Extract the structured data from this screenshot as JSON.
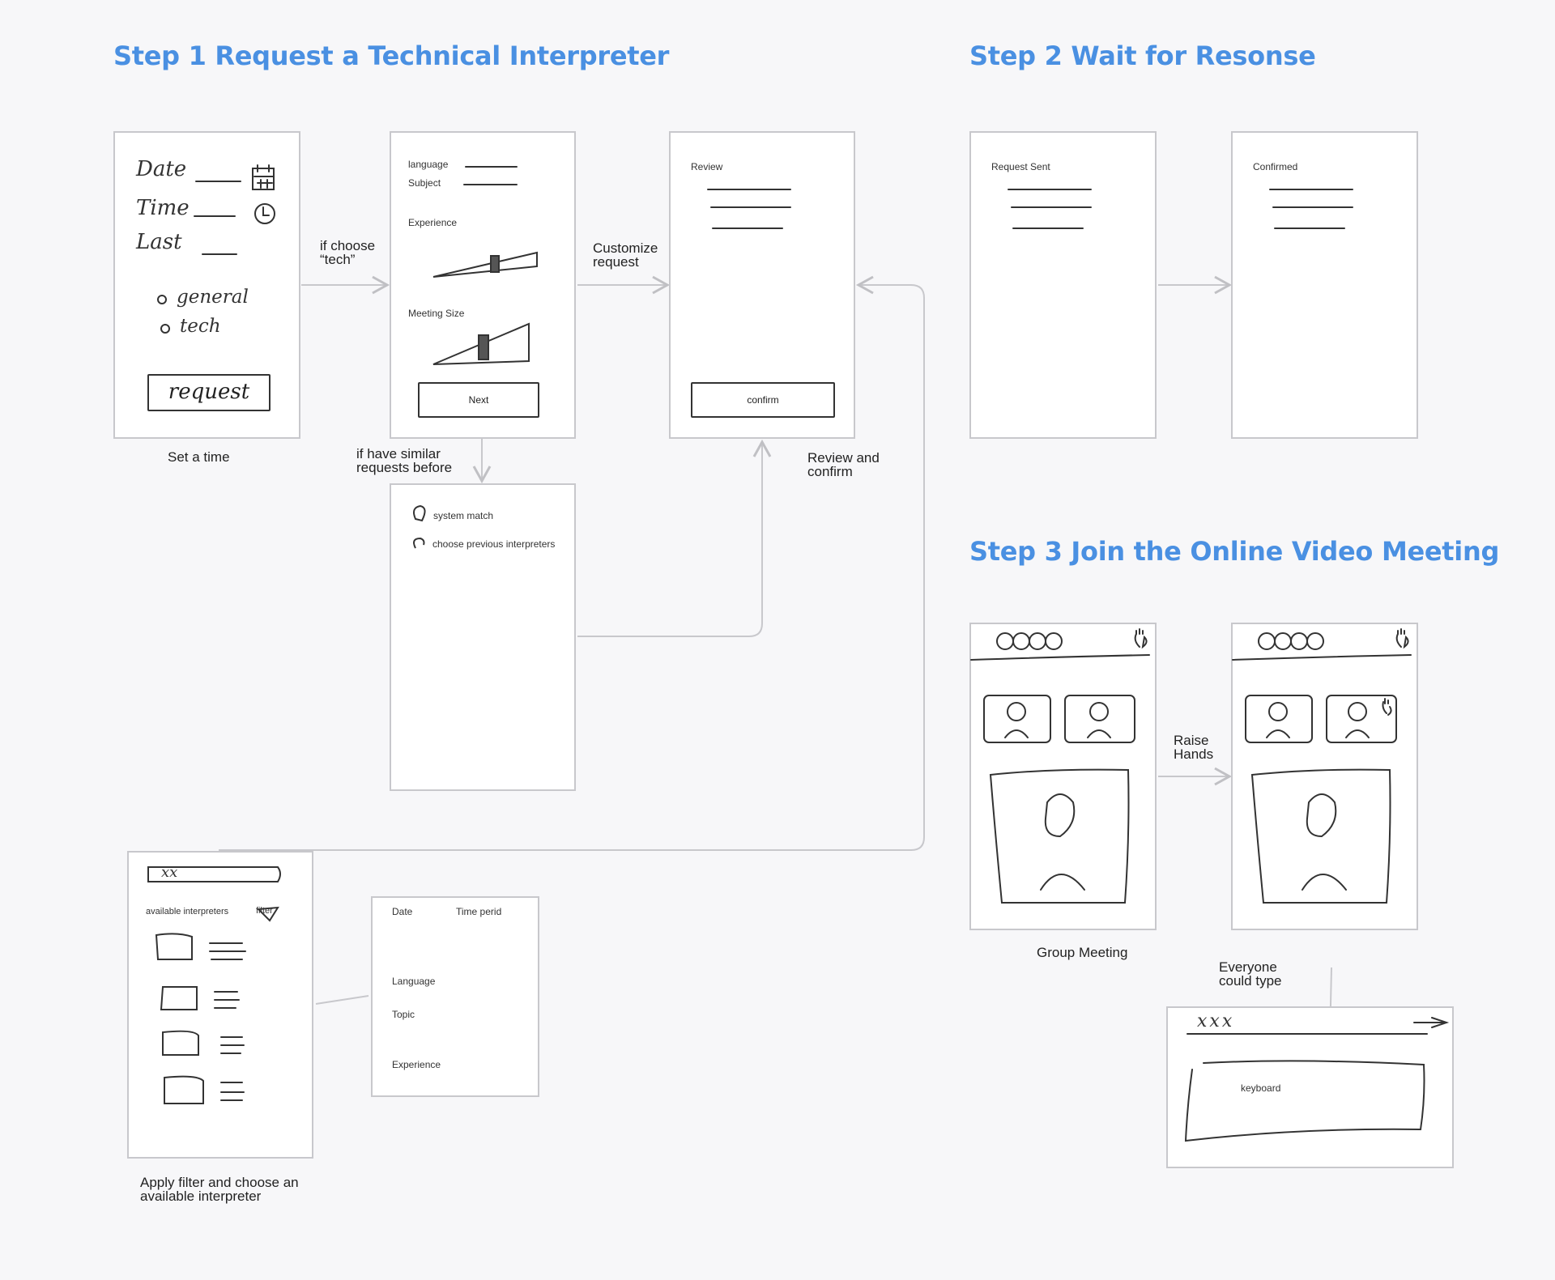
{
  "headings": {
    "step1": "Step 1 Request a Technical Interpreter",
    "step2": "Step 2 Wait for Resonse",
    "step3": "Step 3 Join the Online Video Meeting"
  },
  "captions": {
    "set_time": "Set a time",
    "if_choose_1": "if choose",
    "if_choose_2": "“tech”",
    "customize_1": "Customize",
    "customize_2": "request",
    "similar_1": "if have similar",
    "similar_2": "requests before",
    "review_confirm_1": "Review and",
    "review_confirm_2": "confirm",
    "apply_filter_1": "Apply filter and choose an",
    "apply_filter_2": "available interpreter",
    "group_meeting": "Group Meeting",
    "raise_1": "Raise",
    "raise_2": "Hands",
    "everyone_1": "Everyone",
    "everyone_2": "could type"
  },
  "screen_settime": {
    "date": "Date",
    "time": "Time",
    "last": "Last",
    "opt_general": "general",
    "opt_tech": "tech",
    "request_button": "request"
  },
  "screen_customize": {
    "language": "language",
    "subject": "Subject",
    "experience": "Experience",
    "meeting_size": "Meeting Size",
    "next_button": "Next"
  },
  "screen_review": {
    "title": "Review",
    "confirm_button": "confirm"
  },
  "screen_match": {
    "option1": "system match",
    "option2": "choose previous interpreters"
  },
  "screen_list": {
    "search_text": "xx",
    "available": "available interpreters",
    "filter": "filter"
  },
  "screen_filter": {
    "date": "Date",
    "time_period": "Time perid",
    "language": "Language",
    "topic": "Topic",
    "experience": "Experience"
  },
  "screen_sent": {
    "title": "Request Sent"
  },
  "screen_confirmed": {
    "title": "Confirmed"
  },
  "screen_keyboard": {
    "input_text": "xxx",
    "keyboard": "keyboard"
  },
  "colors": {
    "heading": "#4a90e2",
    "connector": "#c8c8cc",
    "sketch": "#333333"
  }
}
